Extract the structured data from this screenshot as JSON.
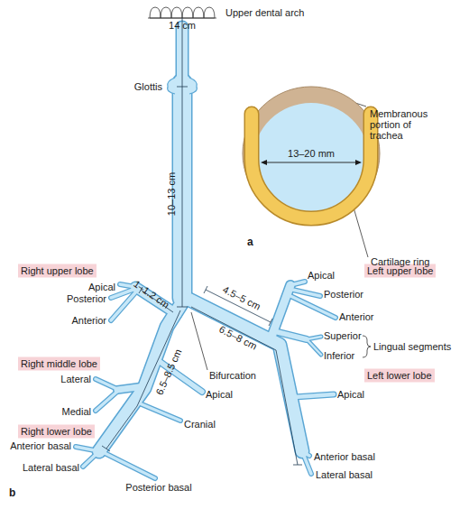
{
  "diagram": {
    "nodes": [
      {
        "text": [
          "Right upper lobe"
        ]
      },
      {
        "text": [
          "Left upper lobe"
        ]
      },
      {
        "text": [
          "Right middle lobe"
        ]
      },
      {
        "text": [
          "Left lower lobe"
        ]
      },
      {
        "text": [
          "Right lower lobe"
        ]
      }
    ],
    "edges": [],
    "labels": [
      "Upper dental arch",
      "14 cm",
      "Glottis",
      "10–13 cm",
      "Membranous portion of trachea",
      "13–20 mm",
      "Cartilage ring",
      "a",
      "b",
      "1–1.2 cm",
      "4.5–5 cm",
      "6.5–8 cm",
      "6.5–8.5 cm",
      "Apical",
      "Posterior",
      "Anterior",
      "Apical",
      "Posterior",
      "Anterior",
      "Superior",
      "Inferior",
      "Lingual segments",
      "Bifurcation",
      "Lateral",
      "Medial",
      "Apical",
      "Cranial",
      "Apical",
      "Anterior basal",
      "Lateral basal",
      "Posterior basal",
      "Anterior basal",
      "Lateral basal"
    ]
  }
}
